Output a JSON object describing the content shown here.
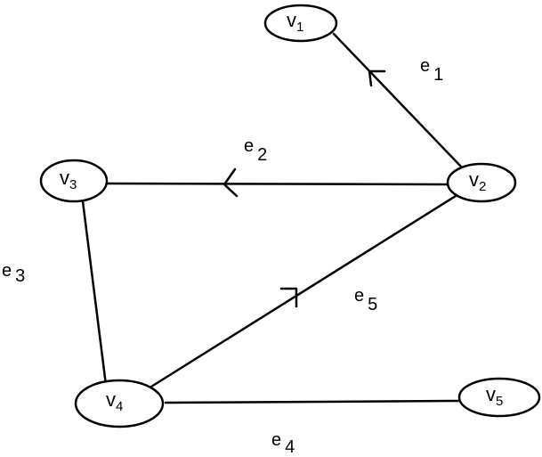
{
  "nodes": {
    "v1": {
      "base": "v",
      "sub": "1"
    },
    "v2": {
      "base": "v",
      "sub": "2"
    },
    "v3": {
      "base": "v",
      "sub": "3"
    },
    "v4": {
      "base": "v",
      "sub": "4"
    },
    "v5": {
      "base": "v",
      "sub": "5"
    }
  },
  "edges": {
    "e1": {
      "base": "e",
      "sub": "1"
    },
    "e2": {
      "base": "e",
      "sub": "2"
    },
    "e3": {
      "base": "e",
      "sub": "3"
    },
    "e4": {
      "base": "e",
      "sub": "4"
    },
    "e5": {
      "base": "e",
      "sub": "5"
    }
  }
}
